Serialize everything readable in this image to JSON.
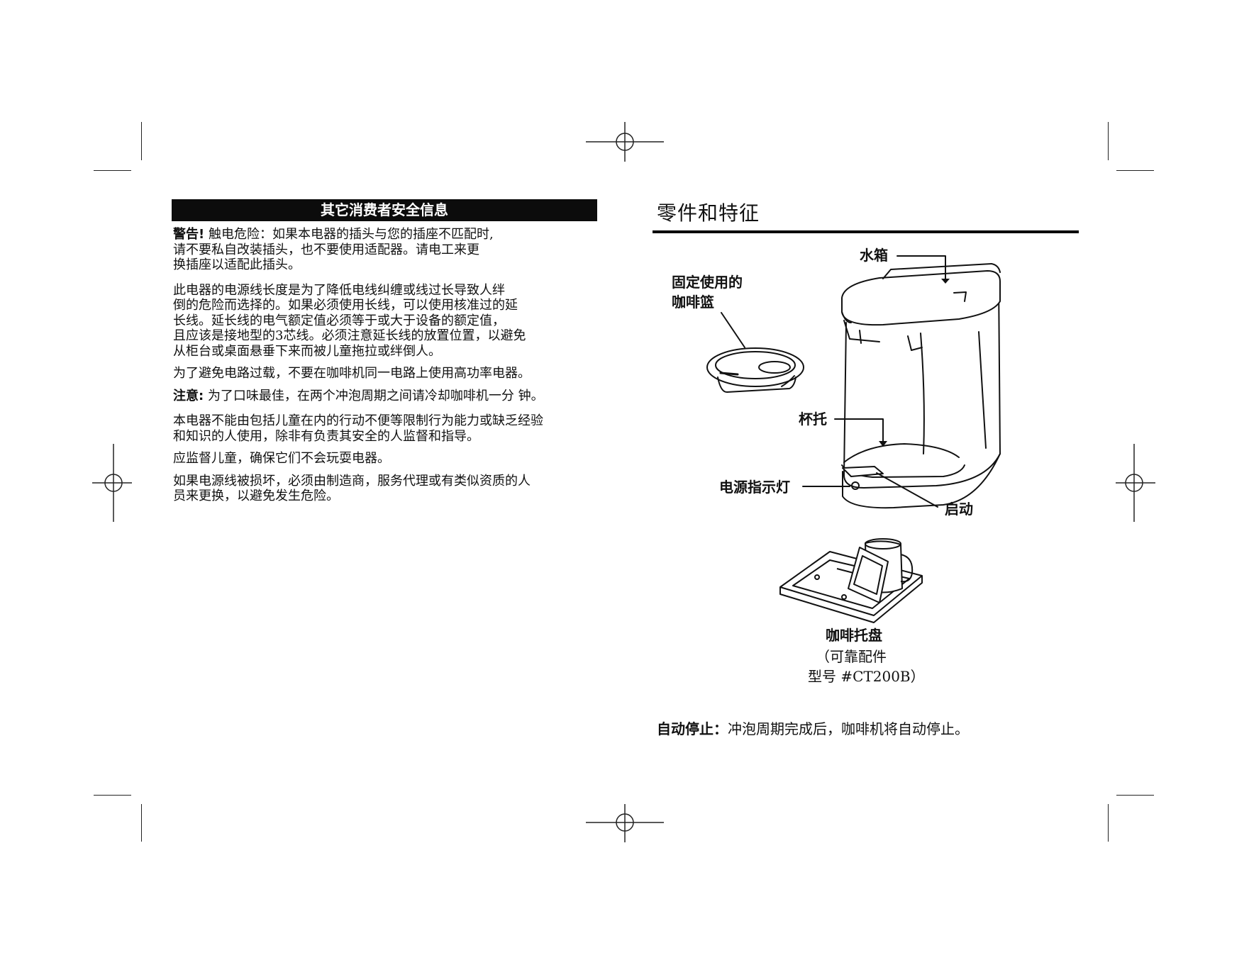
{
  "left": {
    "banner": "其它消费者安全信息",
    "paragraphs": [
      {
        "label": "警告!",
        "lines": [
          "触电危险：如果本电器的插头与您的插座不匹配时,",
          "请不要私自改装插头，也不要使用适配器。请电工来更",
          "换插座以适配此插头。"
        ]
      },
      {
        "label": "",
        "lines": [
          "此电器的电源线长度是为了降低电线纠缠或线过长导致人绊",
          "倒的危险而选择的。如果必须使用长线，可以使用核准过的延",
          "长线。延长线的电气额定值必须等于或大于设备的额定值，",
          "且应该是接地型的3芯线。必须注意延长线的放置位置，以避免",
          "从柜台或桌面悬垂下来而被儿童拖拉或绊倒人。"
        ]
      },
      {
        "label": "",
        "lines": [
          "为了避免电路过载，不要在咖啡机同一电路上使用高功率电器。"
        ]
      },
      {
        "label": "注意:",
        "lines": [
          "为了口味最佳，在两个冲泡周期之间请冷却咖啡机一分 钟。"
        ]
      },
      {
        "label": "",
        "lines": [
          "本电器不能由包括儿童在内的行动不便等限制行为能力或缺乏经验",
          "和知识的人使用，除非有负责其安全的人监督和指导。"
        ]
      },
      {
        "label": "",
        "lines": [
          "应监督儿童，确保它们不会玩耍电器。"
        ]
      },
      {
        "label": "",
        "lines": [
          "如果电源线被损坏，必须由制造商，服务代理或有类似资质的人",
          "员来更换，以避免发生危险。"
        ]
      }
    ]
  },
  "right": {
    "title": "零件和特征",
    "labels": {
      "water_tank": "水箱",
      "basket_line1": "固定使用的",
      "basket_line2": "咖啡篮",
      "cup_rest": "杯托",
      "power_light": "电源指示灯",
      "start": "启动",
      "tray": "咖啡托盘"
    },
    "tray_caption": {
      "line1": "（可靠配件",
      "line2": "型号 #CT200B）"
    },
    "auto_stop": {
      "label": "自动停止：",
      "text": "冲泡周期完成后，咖啡机将自动停止。"
    }
  }
}
